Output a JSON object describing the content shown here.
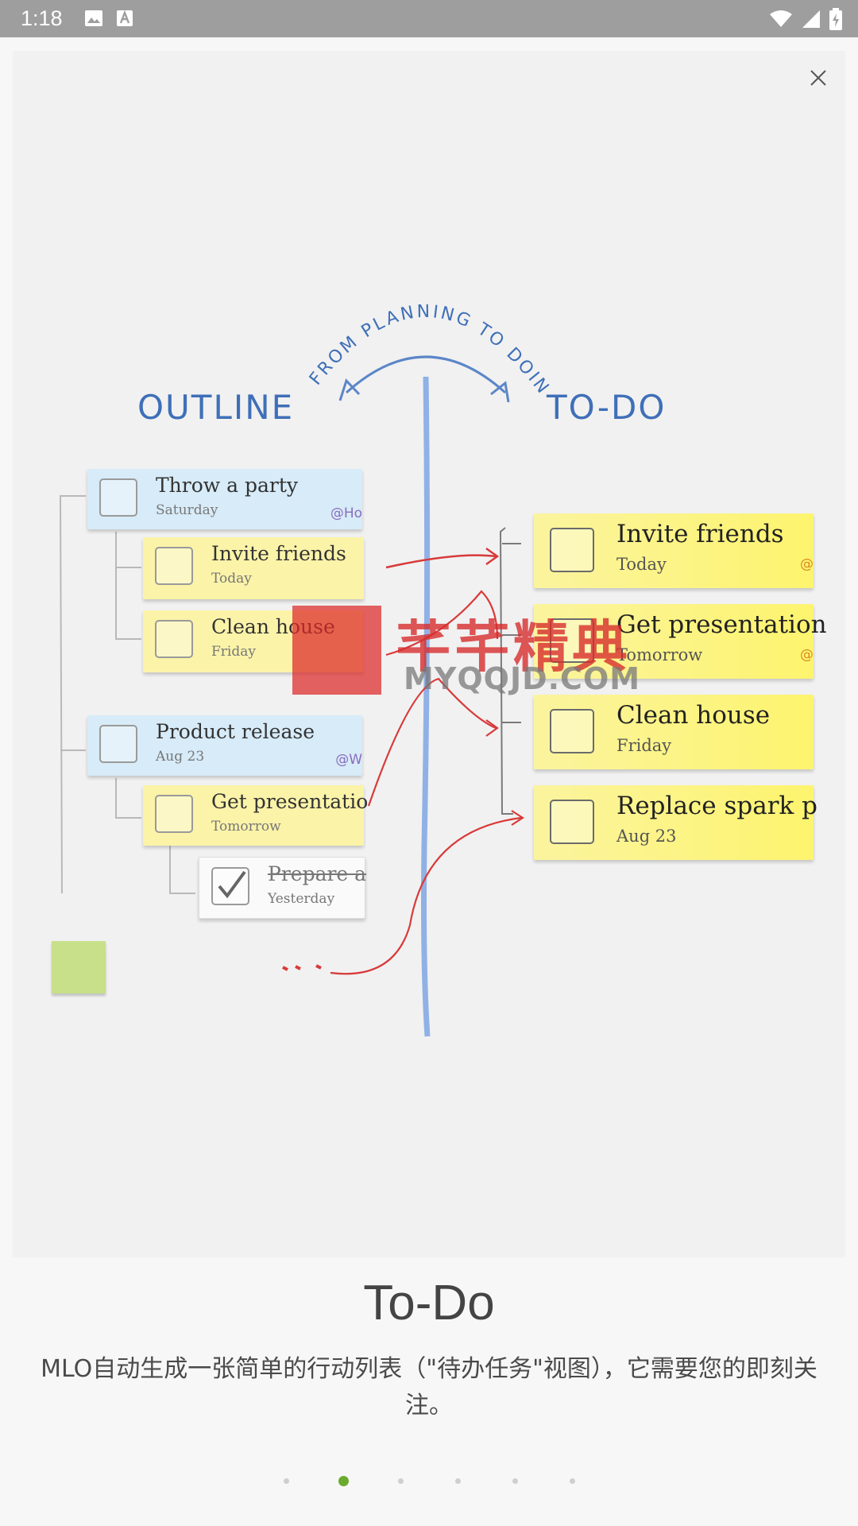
{
  "status_bar": {
    "time": "1:18",
    "left_icons": [
      "image-icon",
      "text-a-icon"
    ],
    "right_icons": [
      "wifi-icon",
      "signal-icon",
      "battery-charging-icon"
    ]
  },
  "illustration": {
    "arc_text": "FROM PLANNING TO DOING",
    "outline_title": "OUTLINE",
    "todo_title": "TO-DO",
    "outline_notes": [
      {
        "title": "Throw a party",
        "sub": "Saturday",
        "tag": "@Ho"
      },
      {
        "title": "Invite friends",
        "sub": "Today",
        "tag": ""
      },
      {
        "title": "Clean house",
        "sub": "Friday",
        "tag": ""
      },
      {
        "title": "Product release",
        "sub": "Aug 23",
        "tag": "@W"
      },
      {
        "title": "Get presentatio",
        "sub": "Tomorrow",
        "tag": ""
      },
      {
        "title": "Prepare a",
        "sub": "Yesterday",
        "tag": ""
      }
    ],
    "todo_notes": [
      {
        "title": "Invite friends",
        "sub": "Today",
        "tag": "@"
      },
      {
        "title": "Get presentation",
        "sub": "Tomorrow",
        "tag": "@"
      },
      {
        "title": "Clean house",
        "sub": "Friday",
        "tag": ""
      },
      {
        "title": "Replace spark p",
        "sub": "Aug 23",
        "tag": ""
      }
    ]
  },
  "watermark": {
    "cn": "芊芊精典",
    "en": "MYQQJD.COM"
  },
  "slide": {
    "title": "To-Do",
    "description": "MLO自动生成一张简单的行动列表（\"待办任务\"视图），它需要您的即刻关注。"
  },
  "pager": {
    "count": 6,
    "active_index": 1
  },
  "colors": {
    "accent": "#6aab2e",
    "sketch_blue": "#3f6fb8",
    "arrow_red": "#d83a3a"
  }
}
